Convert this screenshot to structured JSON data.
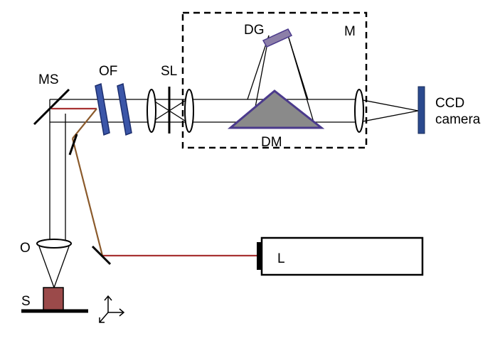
{
  "labels": {
    "ms": "MS",
    "of": "OF",
    "sl": "SL",
    "dg": "DG",
    "m": "M",
    "dm": "DM",
    "ccd_line1": "CCD",
    "ccd_line2": "camera",
    "o": "O",
    "s": "S",
    "l": "L"
  },
  "colors": {
    "optics_line": "#000000",
    "laser_beam": "#a83232",
    "reflected_beam": "#8b5a2b",
    "filter_fill": "#3b56a8",
    "filter_stroke": "#1c2e6e",
    "grating_fill": "#8c7fa8",
    "prism_fill": "#8a8a8a",
    "prism_stroke": "#4b3a8c",
    "sample_fill": "#9b4a4a",
    "ccd_fill": "#2b4a8e"
  }
}
